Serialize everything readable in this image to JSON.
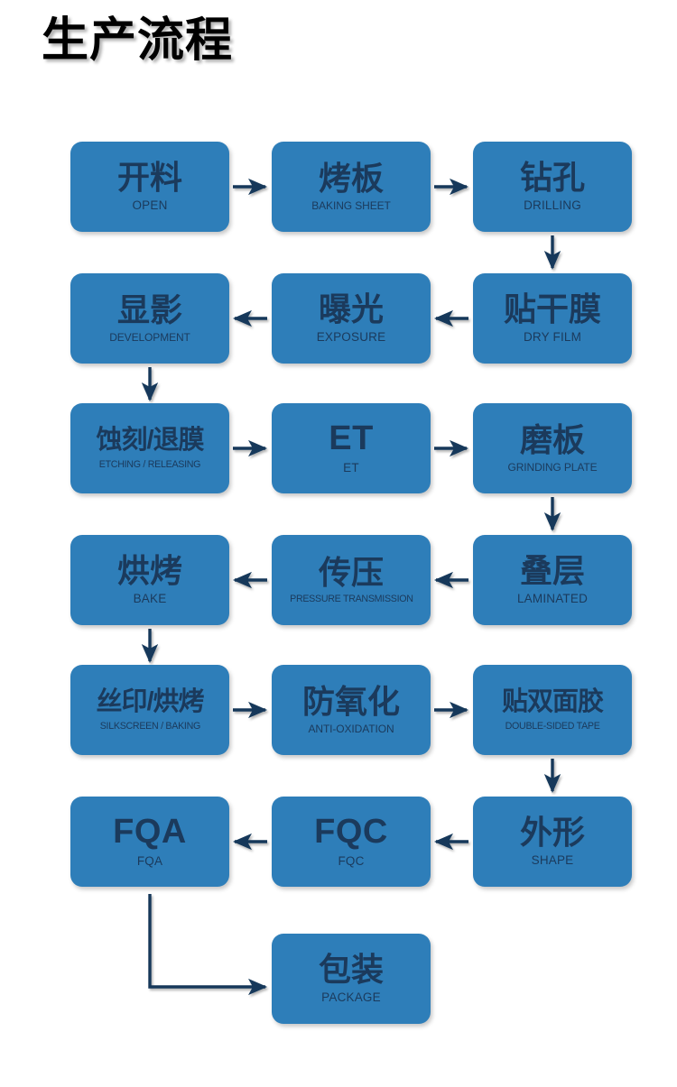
{
  "page": {
    "title": "生产流程",
    "background_color": "#ffffff"
  },
  "style": {
    "box_fill": "#2E7EB9",
    "box_text_color": "#1B3A5C",
    "arrow_color": "#14395A",
    "title_color": "#000000"
  },
  "flow": {
    "nodes": [
      {
        "id": "open",
        "cn": "开料",
        "en": "OPEN",
        "row": 1,
        "col": 1
      },
      {
        "id": "baking",
        "cn": "烤板",
        "en": "BAKING SHEET",
        "row": 1,
        "col": 2
      },
      {
        "id": "drilling",
        "cn": "钻孔",
        "en": "DRILLING",
        "row": 1,
        "col": 3
      },
      {
        "id": "dryfilm",
        "cn": "贴干膜",
        "en": "DRY FILM",
        "row": 2,
        "col": 3
      },
      {
        "id": "exposure",
        "cn": "曝光",
        "en": "EXPOSURE",
        "row": 2,
        "col": 2
      },
      {
        "id": "development",
        "cn": "显影",
        "en": "DEVELOPMENT",
        "row": 2,
        "col": 1
      },
      {
        "id": "etching",
        "cn": "蚀刻/退膜",
        "en": "ETCHING / RELEASING",
        "row": 3,
        "col": 1
      },
      {
        "id": "et",
        "cn": "ET",
        "en": "ET",
        "row": 3,
        "col": 2
      },
      {
        "id": "grinding",
        "cn": "磨板",
        "en": "GRINDING PLATE",
        "row": 3,
        "col": 3
      },
      {
        "id": "laminated",
        "cn": "叠层",
        "en": "LAMINATED",
        "row": 4,
        "col": 3
      },
      {
        "id": "pressure",
        "cn": "传压",
        "en": "PRESSURE TRANSMISSION",
        "row": 4,
        "col": 2
      },
      {
        "id": "bake",
        "cn": "烘烤",
        "en": "BAKE",
        "row": 4,
        "col": 1
      },
      {
        "id": "silkscreen",
        "cn": "丝印/烘烤",
        "en": "SILKSCREEN / BAKING",
        "row": 5,
        "col": 1
      },
      {
        "id": "antiox",
        "cn": "防氧化",
        "en": "ANTI-OXIDATION",
        "row": 5,
        "col": 2
      },
      {
        "id": "tape",
        "cn": "贴双面胶",
        "en": "DOUBLE-SIDED TAPE",
        "row": 5,
        "col": 3
      },
      {
        "id": "shape",
        "cn": "外形",
        "en": "SHAPE",
        "row": 6,
        "col": 3
      },
      {
        "id": "fqc",
        "cn": "FQC",
        "en": "FQC",
        "row": 6,
        "col": 2
      },
      {
        "id": "fqa",
        "cn": "FQA",
        "en": "FQA",
        "row": 6,
        "col": 1
      },
      {
        "id": "package",
        "cn": "包装",
        "en": "PACKAGE",
        "row": 7,
        "col": 2
      }
    ],
    "connections": [
      {
        "from": "open",
        "to": "baking",
        "direction": "right"
      },
      {
        "from": "baking",
        "to": "drilling",
        "direction": "right"
      },
      {
        "from": "drilling",
        "to": "dryfilm",
        "direction": "down"
      },
      {
        "from": "dryfilm",
        "to": "exposure",
        "direction": "left"
      },
      {
        "from": "exposure",
        "to": "development",
        "direction": "left"
      },
      {
        "from": "development",
        "to": "etching",
        "direction": "down"
      },
      {
        "from": "etching",
        "to": "et",
        "direction": "right"
      },
      {
        "from": "et",
        "to": "grinding",
        "direction": "right"
      },
      {
        "from": "grinding",
        "to": "laminated",
        "direction": "down"
      },
      {
        "from": "laminated",
        "to": "pressure",
        "direction": "left"
      },
      {
        "from": "pressure",
        "to": "bake",
        "direction": "left"
      },
      {
        "from": "bake",
        "to": "silkscreen",
        "direction": "down"
      },
      {
        "from": "silkscreen",
        "to": "antiox",
        "direction": "right"
      },
      {
        "from": "antiox",
        "to": "tape",
        "direction": "right"
      },
      {
        "from": "tape",
        "to": "shape",
        "direction": "down"
      },
      {
        "from": "shape",
        "to": "fqc",
        "direction": "left"
      },
      {
        "from": "fqc",
        "to": "fqa",
        "direction": "left"
      },
      {
        "from": "fqa",
        "to": "package",
        "direction": "elbow-down-right"
      }
    ]
  }
}
